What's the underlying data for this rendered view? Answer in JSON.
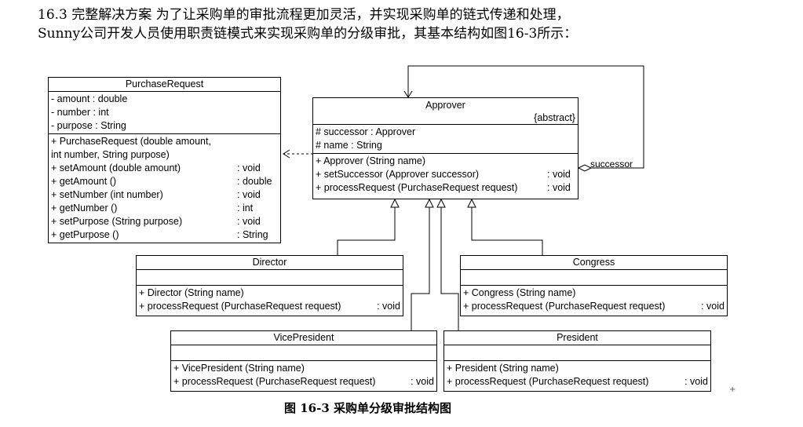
{
  "intro": {
    "line1": "16.3 完整解决方案 为了让采购单的审批流程更加灵活，并实现采购单的链式传递和处理，",
    "line2": "Sunny公司开发人员使用职责链模式来实现采购单的分级审批，其基本结构如图16-3所示："
  },
  "purchase_request": {
    "name": "PurchaseRequest",
    "attributes": [
      {
        "t": "- amount   : double"
      },
      {
        "t": "- number   : int"
      },
      {
        "t": "- purpose  : String"
      }
    ],
    "operations": [
      {
        "t": "+ PurchaseRequest (double amount,",
        "ty": ""
      },
      {
        "t": "   int number, String purpose)",
        "ty": ""
      },
      {
        "t": "+ setAmount (double amount)",
        "ty": ": void"
      },
      {
        "t": "+ getAmount ()",
        "ty": ": double"
      },
      {
        "t": "+ setNumber (int number)",
        "ty": ": void"
      },
      {
        "t": "+ getNumber ()",
        "ty": ": int"
      },
      {
        "t": "+ setPurpose (String purpose)",
        "ty": ": void"
      },
      {
        "t": "+ getPurpose ()",
        "ty": ": String"
      }
    ]
  },
  "approver": {
    "name": "Approver",
    "stereotype": "{abstract}",
    "attributes": [
      {
        "t": "# successor  : Approver"
      },
      {
        "t": "# name         : String"
      }
    ],
    "operations": [
      {
        "t": "+ Approver (String name)",
        "ty": ""
      },
      {
        "t": "+ setSuccessor (Approver successor)",
        "ty": ": void"
      },
      {
        "t": "+ processRequest (PurchaseRequest request)",
        "ty": ": void"
      }
    ],
    "assoc_label": "successor"
  },
  "director": {
    "name": "Director",
    "operations": [
      {
        "t": "+ Director (String name)",
        "ty": ""
      },
      {
        "t": "+ processRequest (PurchaseRequest request)",
        "ty": ": void"
      }
    ]
  },
  "congress": {
    "name": "Congress",
    "operations": [
      {
        "t": "+ Congress (String name)",
        "ty": ""
      },
      {
        "t": "+ processRequest (PurchaseRequest request)",
        "ty": ": void"
      }
    ]
  },
  "vicepresident": {
    "name": "VicePresident",
    "operations": [
      {
        "t": "+ VicePresident (String name)",
        "ty": ""
      },
      {
        "t": "+ processRequest (PurchaseRequest request)",
        "ty": ": void"
      }
    ]
  },
  "president": {
    "name": "President",
    "operations": [
      {
        "t": "+ President (String name)",
        "ty": ""
      },
      {
        "t": "+ processRequest (PurchaseRequest request)",
        "ty": ": void"
      }
    ]
  },
  "caption": "图 16-3  采购单分级审批结构图"
}
